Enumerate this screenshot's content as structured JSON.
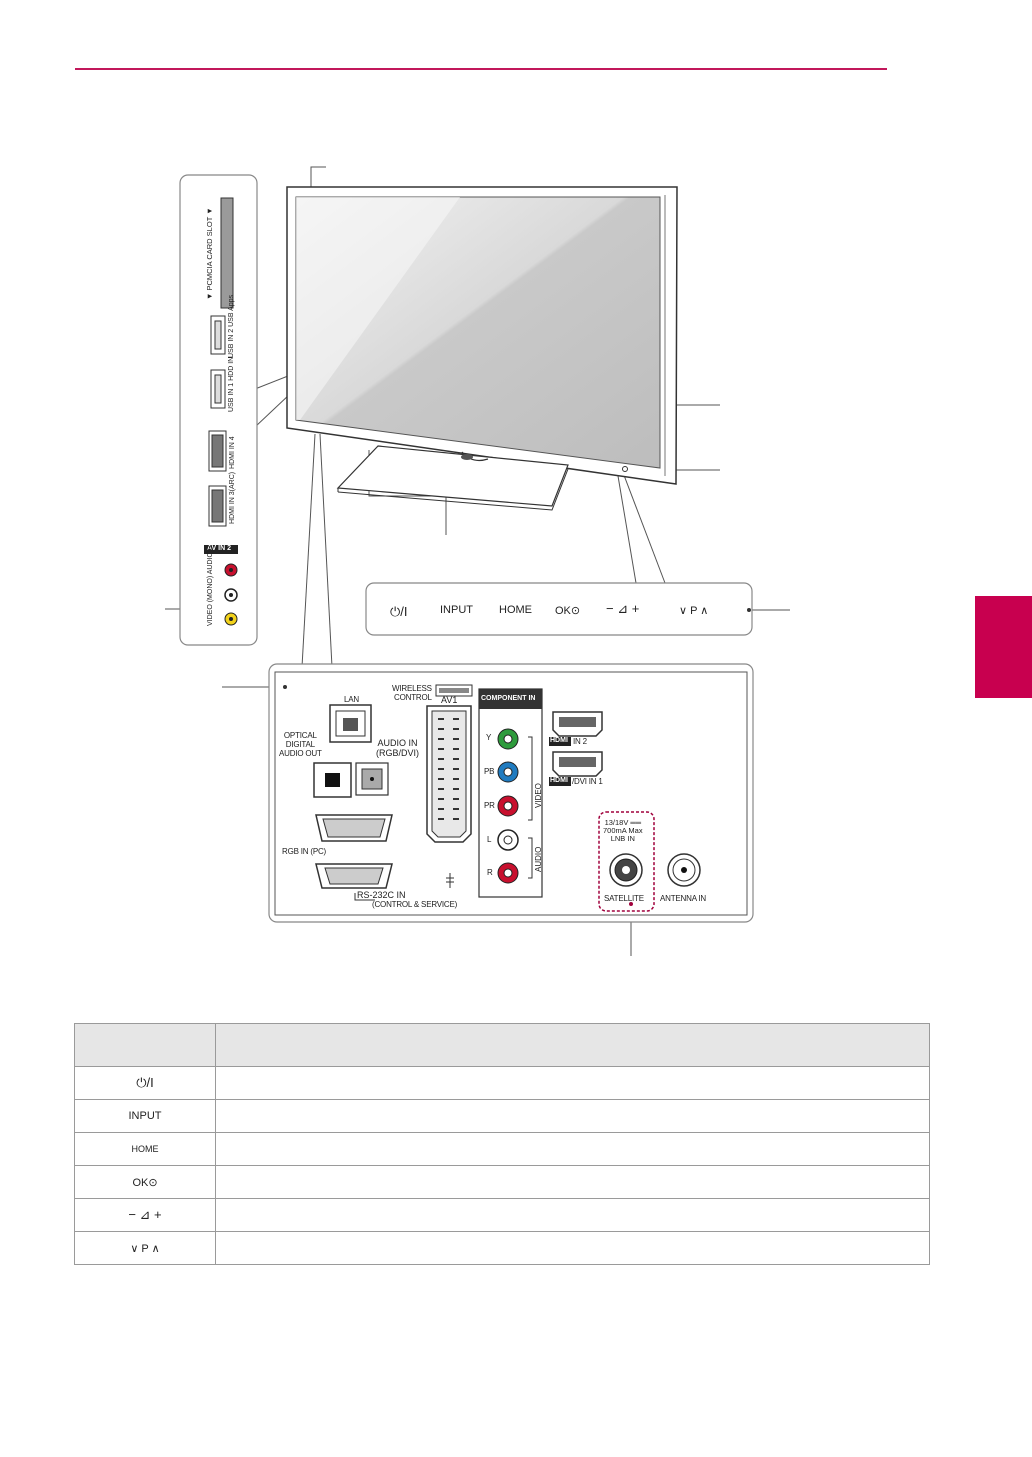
{
  "controls": {
    "power": "⏻/I",
    "input": "INPUT",
    "home": "HOME",
    "ok": "OK⊙",
    "volume": "− ⊿ +",
    "program": "∨ P ∧"
  },
  "side_panel": {
    "pcmcia": "▼ PCMCIA  CARD SLOT ▼",
    "usb2": "USB IN 2 USB Apps",
    "usb1": "USB IN 1 HDD IN",
    "hdmi4": "HDMI IN 4",
    "hdmi3": "HDMI IN 3(ARC)",
    "av_in2": "AV IN 2",
    "av_side": "VIDEO  (MONO) AUDIO R"
  },
  "rear_panel": {
    "lan": "LAN",
    "wireless_control": "WIRELESS\nCONTROL",
    "component_in": "COMPONENT IN",
    "optical": "OPTICAL\nDIGITAL\nAUDIO OUT",
    "audio_in": "AUDIO IN\n(RGB/DVI)",
    "av1": "AV1",
    "y": "Y",
    "pb": "PB",
    "pr": "PR",
    "l": "L",
    "r": "R",
    "video": "VIDEO",
    "audio": "AUDIO",
    "hdmi2": "IN 2",
    "hdmi1": "/DVI IN 1",
    "rgb_in": "RGB IN (PC)",
    "rs232c": "RS-232C IN",
    "rs232c_sub": "(CONTROL & SERVICE)",
    "lnb_spec": "13/18V ══\n700mA Max\nLNB IN",
    "satellite": "SATELLITE",
    "antenna": "ANTENNA IN"
  },
  "table": {
    "rows": [
      "⏻/I",
      "INPUT",
      "HOME",
      "OK⊙",
      "− ⊿ +",
      "∨ P ∧"
    ]
  },
  "colors": {
    "accent": "#c8004f",
    "dotted": "#a0003c"
  }
}
